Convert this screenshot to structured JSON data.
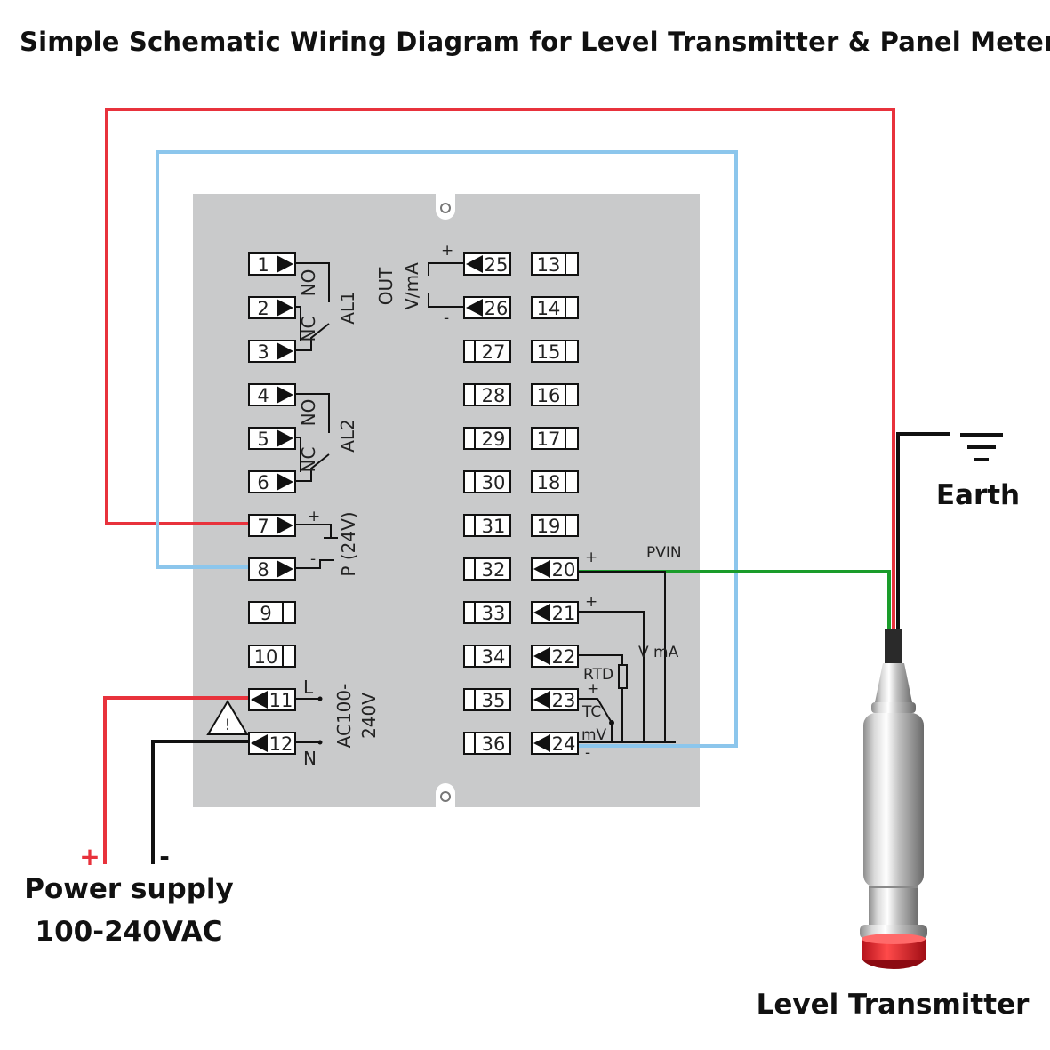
{
  "title": "Simple Schematic Wiring Diagram for Level Transmitter & Panel Meter",
  "colors": {
    "panel": "#c9cacb",
    "red_wire": "#e8323c",
    "blue_wire": "#8cc6ec",
    "green_wire": "#1a9c2a",
    "black_wire": "#111111"
  },
  "left_terminals": [
    "1",
    "2",
    "3",
    "4",
    "5",
    "6",
    "7",
    "8",
    "9",
    "10",
    "11",
    "12"
  ],
  "mid_terminals": [
    "25",
    "26",
    "27",
    "28",
    "29",
    "30",
    "31",
    "32",
    "33",
    "34",
    "35",
    "36"
  ],
  "right_terminals": [
    "13",
    "14",
    "15",
    "16",
    "17",
    "18",
    "19",
    "20",
    "21",
    "22",
    "23",
    "24"
  ],
  "labels": {
    "al1_no": "NO",
    "al1_nc": "NC",
    "al1": "AL1",
    "al2_no": "NO",
    "al2_nc": "NC",
    "al2": "AL2",
    "p_plus": "+",
    "p_minus": "-",
    "p24v": "P (24V)",
    "ac_l": "L",
    "ac_n": "N",
    "ac_line1": "AC100-",
    "ac_line2": "240V",
    "out": "OUT",
    "vma_out": "V/mA",
    "out_plus": "+",
    "out_minus": "-",
    "pvin": "PVIN",
    "plus20": "+",
    "plus21": "+",
    "vma_in": "V mA",
    "rtd": "RTD",
    "tc_plus": "+",
    "tc": "TC",
    "mv": "mV",
    "minus24": "-",
    "warning": "!"
  },
  "power_supply": {
    "plus": "+",
    "minus": "-",
    "line1": "Power supply",
    "line2": "100-240VAC"
  },
  "earth": "Earth",
  "transmitter": "Level Transmitter"
}
